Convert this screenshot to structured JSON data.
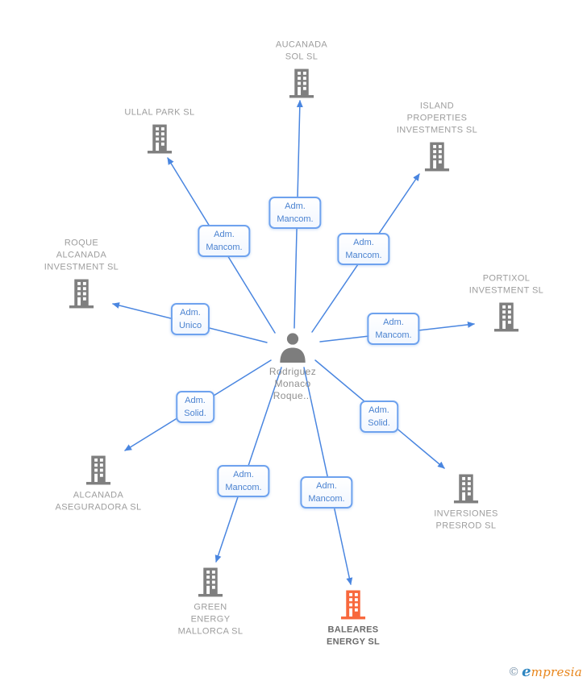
{
  "center": {
    "id": "person",
    "name_lines": [
      "Rodriguez",
      "Monaco",
      "Roque..."
    ]
  },
  "companies": [
    {
      "id": "aucanada-sol",
      "lines": [
        "AUCANADA",
        "SOL SL"
      ]
    },
    {
      "id": "ullal-park",
      "lines": [
        "ULLAL PARK SL"
      ]
    },
    {
      "id": "island-properties",
      "lines": [
        "ISLAND",
        "PROPERTIES",
        "INVESTMENTS SL"
      ]
    },
    {
      "id": "roque-alcanada",
      "lines": [
        "ROQUE",
        "ALCANADA",
        "INVESTMENT SL"
      ]
    },
    {
      "id": "portixol",
      "lines": [
        "PORTIXOL",
        "INVESTMENT SL"
      ]
    },
    {
      "id": "alcanada-aseguradora",
      "lines": [
        "ALCANADA",
        "ASEGURADORA SL"
      ]
    },
    {
      "id": "inversiones-presrod",
      "lines": [
        "INVERSIONES",
        "PRESROD SL"
      ]
    },
    {
      "id": "green-energy",
      "lines": [
        "GREEN",
        "ENERGY",
        "MALLORCA SL"
      ]
    },
    {
      "id": "baleares-energy",
      "lines": [
        "BALEARES",
        "ENERGY SL"
      ],
      "highlight": true
    }
  ],
  "relations": [
    {
      "target": "aucanada-sol",
      "label_lines": [
        "Adm.",
        "Mancom."
      ]
    },
    {
      "target": "ullal-park",
      "label_lines": [
        "Adm.",
        "Mancom."
      ]
    },
    {
      "target": "island-properties",
      "label_lines": [
        "Adm.",
        "Mancom."
      ]
    },
    {
      "target": "roque-alcanada",
      "label_lines": [
        "Adm.",
        "Unico"
      ]
    },
    {
      "target": "portixol",
      "label_lines": [
        "Adm.",
        "Mancom."
      ]
    },
    {
      "target": "alcanada-aseguradora",
      "label_lines": [
        "Adm.",
        "Solid."
      ]
    },
    {
      "target": "inversiones-presrod",
      "label_lines": [
        "Adm.",
        "Solid."
      ]
    },
    {
      "target": "green-energy",
      "label_lines": [
        "Adm.",
        "Mancom."
      ]
    },
    {
      "target": "baleares-energy",
      "label_lines": [
        "Adm.",
        "Mancom."
      ]
    }
  ],
  "watermark": {
    "copyright": "©",
    "brand_initial": "e",
    "brand_rest": "mpresia"
  },
  "colors": {
    "edge_blue": "#4a86e0",
    "box_border": "#6ea2ee",
    "box_text": "#4a82d0",
    "node_label_gray": "#9d9d9d",
    "icon_gray": "#7f7f7f",
    "highlight_orange": "#f8683c",
    "highlight_text": "#6a6a6a",
    "logo_blue": "#2e86c1",
    "logo_orange": "#e8851a"
  }
}
